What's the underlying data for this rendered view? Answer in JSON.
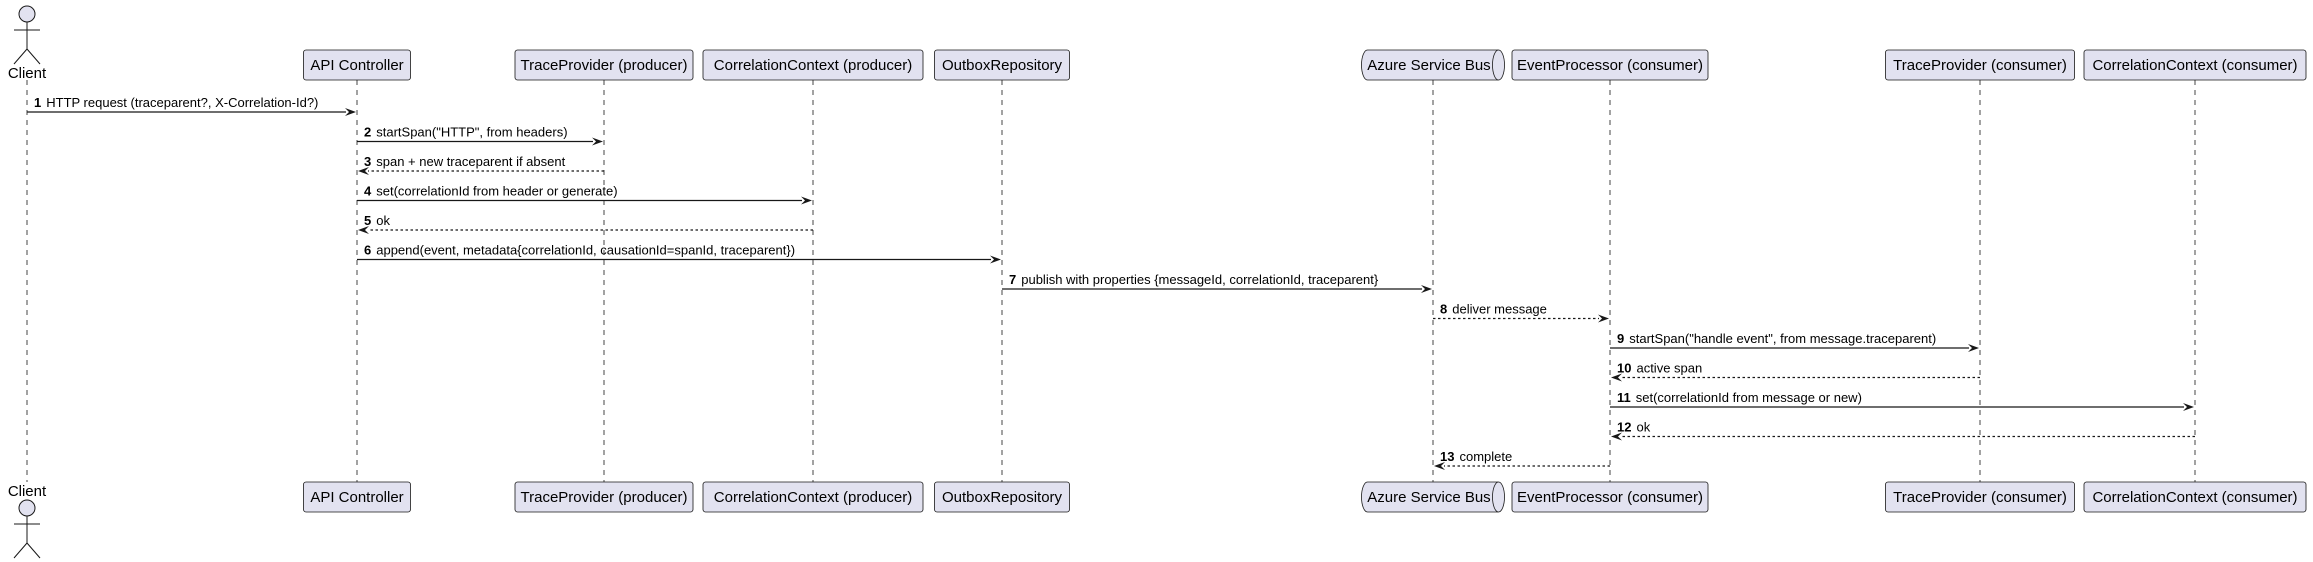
{
  "diagram": {
    "type": "sequence",
    "participants": [
      {
        "id": "client",
        "label": "Client",
        "kind": "actor"
      },
      {
        "id": "api",
        "label": "API Controller",
        "kind": "participant"
      },
      {
        "id": "tp_prod",
        "label": "TraceProvider (producer)",
        "kind": "participant"
      },
      {
        "id": "cc_prod",
        "label": "CorrelationContext (producer)",
        "kind": "participant"
      },
      {
        "id": "outbox",
        "label": "OutboxRepository",
        "kind": "participant"
      },
      {
        "id": "bus",
        "label": "Azure Service Bus",
        "kind": "queue"
      },
      {
        "id": "proc",
        "label": "EventProcessor (consumer)",
        "kind": "participant"
      },
      {
        "id": "tp_cons",
        "label": "TraceProvider (consumer)",
        "kind": "participant"
      },
      {
        "id": "cc_cons",
        "label": "CorrelationContext (consumer)",
        "kind": "participant"
      }
    ],
    "messages": [
      {
        "num": "1",
        "from": "client",
        "to": "api",
        "text": "HTTP request (traceparent?, X-Correlation-Id?)",
        "style": "solid"
      },
      {
        "num": "2",
        "from": "api",
        "to": "tp_prod",
        "text": "startSpan(\"HTTP\", from headers)",
        "style": "solid"
      },
      {
        "num": "3",
        "from": "tp_prod",
        "to": "api",
        "text": "span + new traceparent if absent",
        "style": "dashed"
      },
      {
        "num": "4",
        "from": "api",
        "to": "cc_prod",
        "text": "set(correlationId from header or generate)",
        "style": "solid"
      },
      {
        "num": "5",
        "from": "cc_prod",
        "to": "api",
        "text": "ok",
        "style": "dashed"
      },
      {
        "num": "6",
        "from": "api",
        "to": "outbox",
        "text": "append(event, metadata{correlationId, causationId=spanId, traceparent})",
        "style": "solid"
      },
      {
        "num": "7",
        "from": "outbox",
        "to": "bus",
        "text": "publish with properties {messageId, correlationId, traceparent}",
        "style": "solid"
      },
      {
        "num": "8",
        "from": "bus",
        "to": "proc",
        "text": "deliver message",
        "style": "dashed"
      },
      {
        "num": "9",
        "from": "proc",
        "to": "tp_cons",
        "text": "startSpan(\"handle event\", from message.traceparent)",
        "style": "solid"
      },
      {
        "num": "10",
        "from": "tp_cons",
        "to": "proc",
        "text": "active span",
        "style": "dashed"
      },
      {
        "num": "11",
        "from": "proc",
        "to": "cc_cons",
        "text": "set(correlationId from message or new)",
        "style": "solid"
      },
      {
        "num": "12",
        "from": "cc_cons",
        "to": "proc",
        "text": "ok",
        "style": "dashed"
      },
      {
        "num": "13",
        "from": "proc",
        "to": "bus",
        "text": "complete",
        "style": "dashed"
      }
    ]
  }
}
